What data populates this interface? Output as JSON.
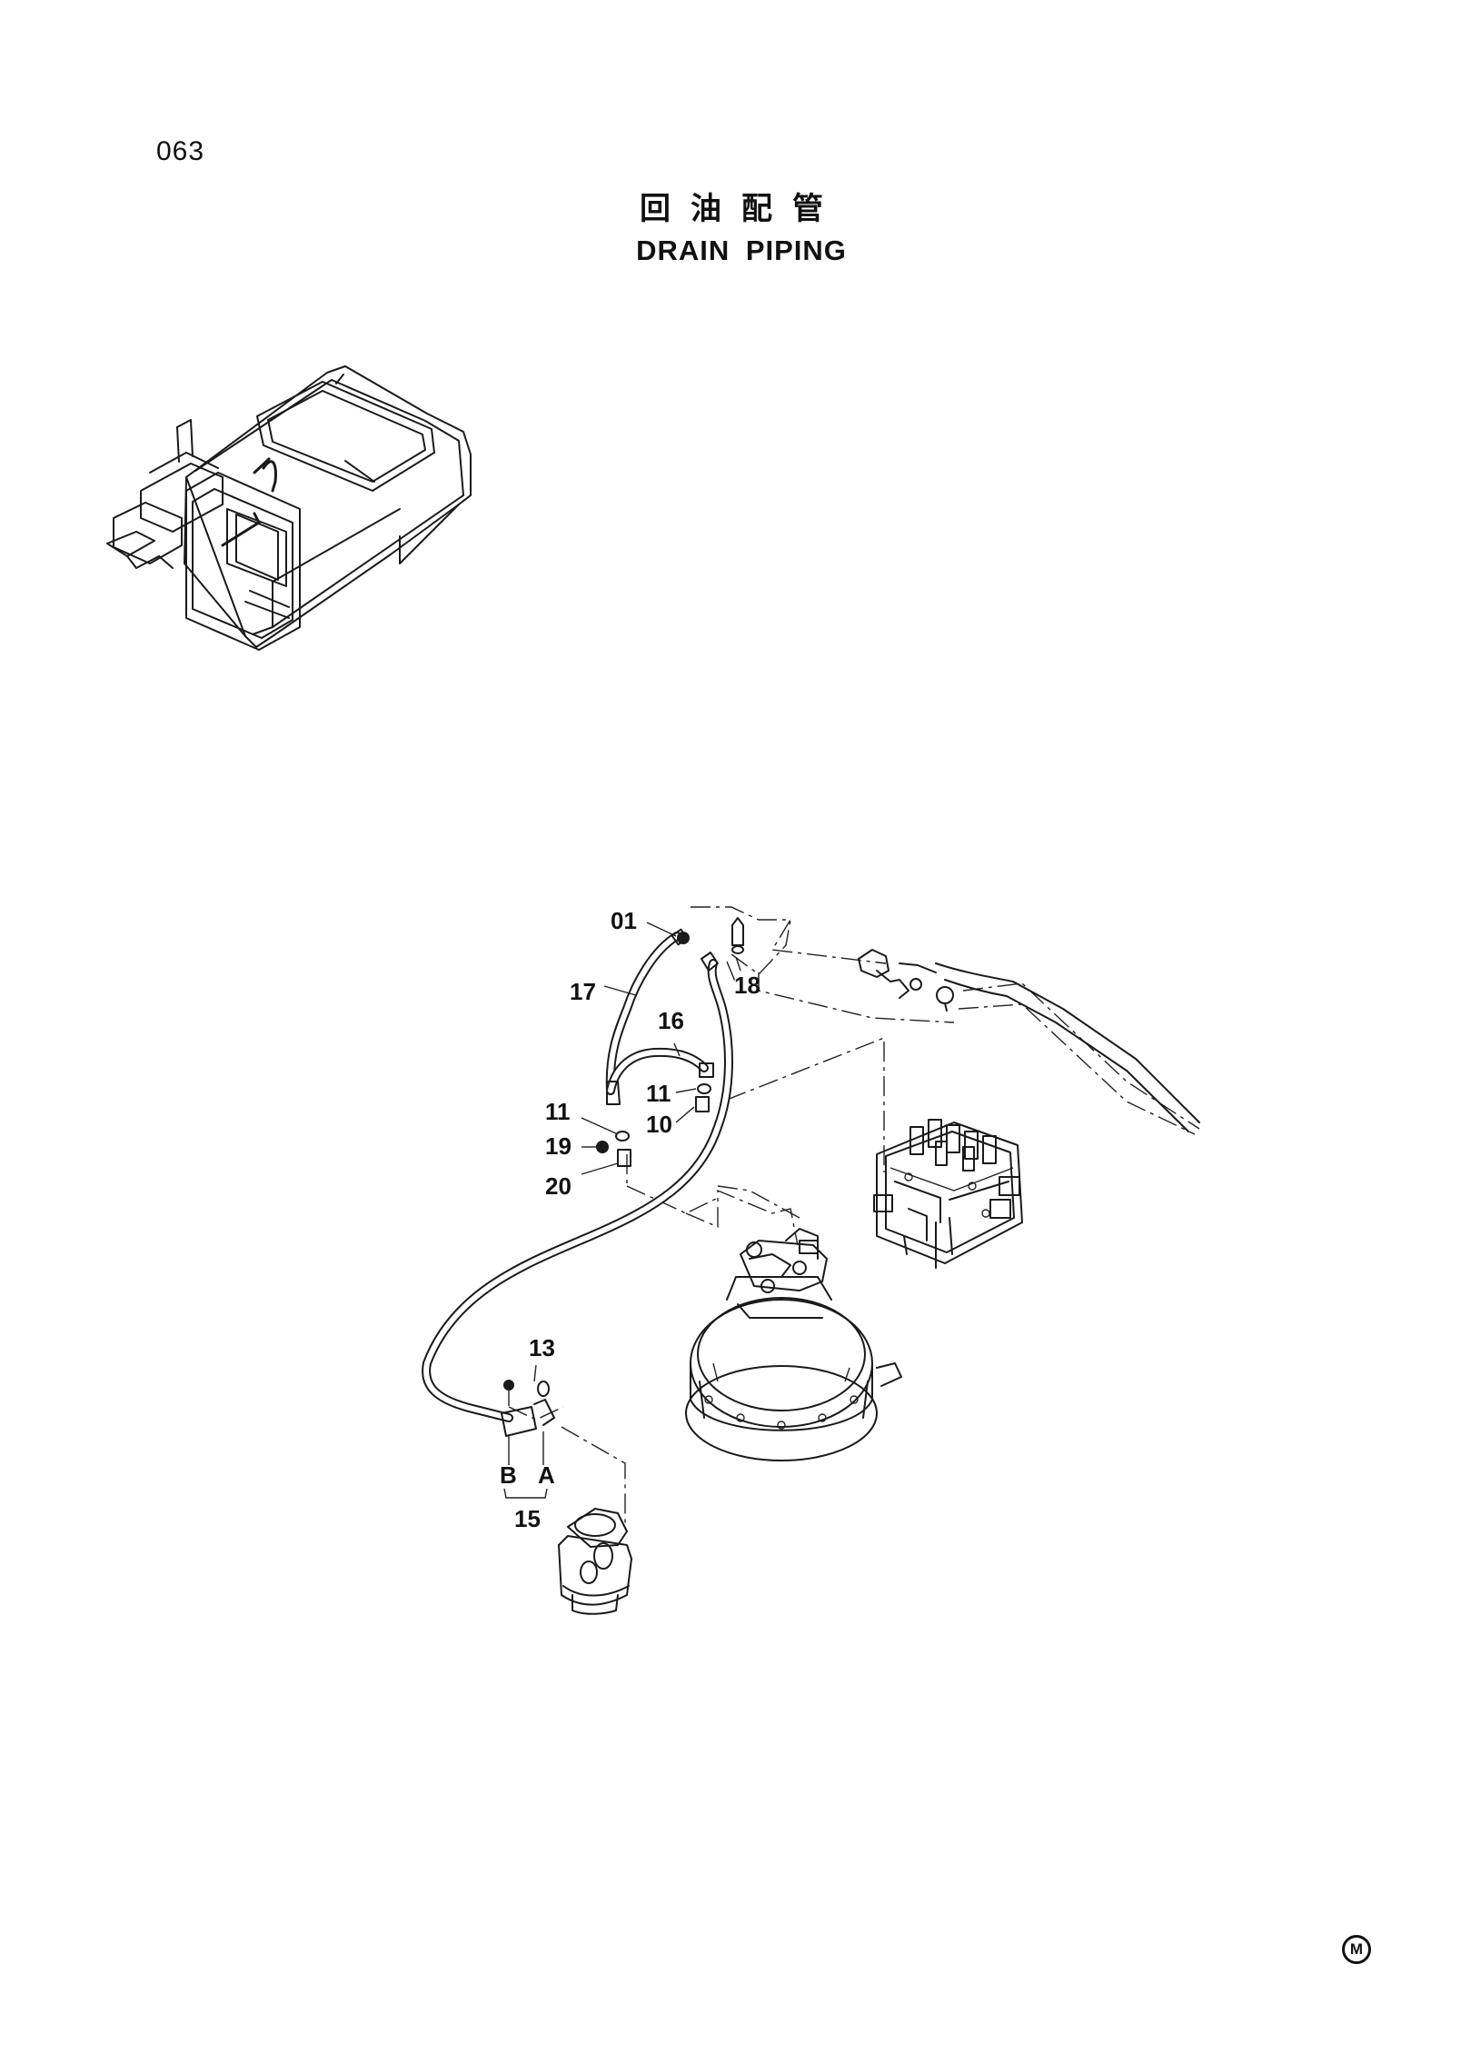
{
  "page_number": "063",
  "title_cn": "回油配管",
  "title_en": "DRAIN PIPING",
  "callouts": {
    "c01": "01",
    "c17": "17",
    "c18": "18",
    "c16": "16",
    "c11a": "11",
    "c11b": "11",
    "c10": "10",
    "c19": "19",
    "c20": "20",
    "c13": "13",
    "cB": "B",
    "cA": "A",
    "c15": "15"
  },
  "mark": "M"
}
